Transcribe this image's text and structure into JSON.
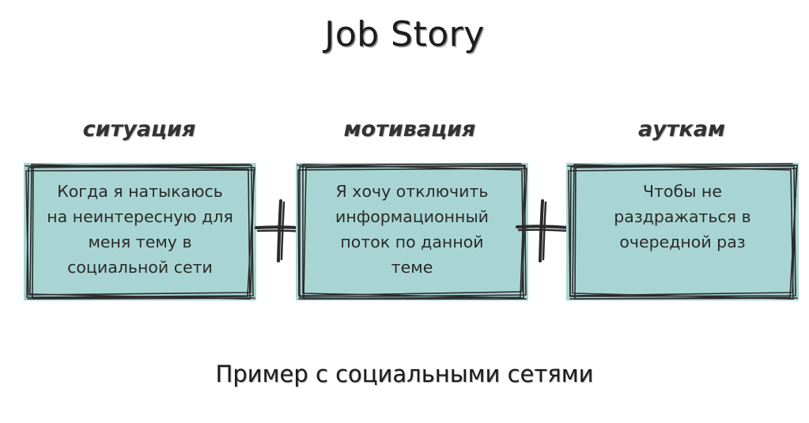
{
  "title": "Job Story",
  "columns": [
    {
      "heading": "ситуация",
      "lines": [
        "Когда я натыкаюсь",
        "на неинтересную для",
        "меня тему в",
        "социальной сети"
      ]
    },
    {
      "heading": "мотивация",
      "lines": [
        "Я хочу отключить",
        "информационный",
        "поток по данной",
        "теме"
      ]
    },
    {
      "heading": "ауткам",
      "lines": [
        "Чтобы не",
        "раздражаться в",
        "очередной раз"
      ]
    }
  ],
  "footer": "Пример с социальными сетями",
  "colors": {
    "box_fill": "#a8d5d3",
    "ink": "#2b2b2b"
  }
}
